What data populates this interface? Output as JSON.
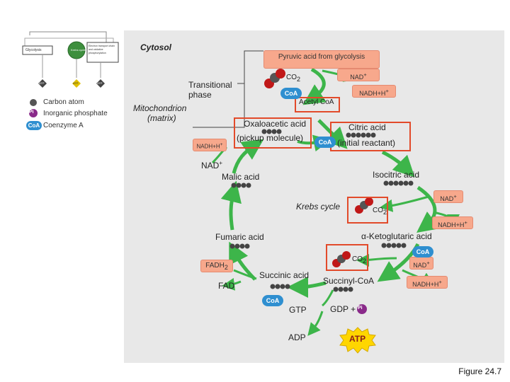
{
  "thumbnail": {
    "glycolysis": "Glycolysis",
    "krebs": "Krebs cycle",
    "electron": "Electron transport chain and oxidative phosphorylation",
    "atp": [
      "ATP",
      "ATP",
      "ATP"
    ]
  },
  "legend": {
    "carbon": "Carbon atom",
    "phosphate": "Inorganic phosphate",
    "phosphate_symbol": "Pi",
    "coenzyme": "Coenzyme A",
    "coenzyme_symbol": "CoA"
  },
  "regions": {
    "cytosol": "Cytosol",
    "mito_line1": "Mitochondrion",
    "mito_line2": "(matrix)",
    "transitional_line1": "Transitional",
    "transitional_line2": "phase"
  },
  "labels": {
    "pyruvic": "Pyruvic acid from glycolysis",
    "co2_top": "CO",
    "nad_top": "NAD",
    "nadh_top": "NADH+H",
    "acetyl": "Acetyl CoA",
    "oxaloacetic_line1": "Oxaloacetic acid",
    "oxaloacetic_line2": "(pickup molecule)",
    "citric_line1": "Citric acid",
    "citric_line2": "(initial reactant)",
    "nadh_left": "NADH+H",
    "nad_left": "NAD",
    "malic": "Malic acid",
    "isocitric": "Isocitric acid",
    "nad_right": "NAD",
    "krebs": "Krebs cycle",
    "co2_mid": "CO",
    "nadh_right": "NADH+H",
    "fumaric": "Fumaric acid",
    "ketoglutaric": "α-Ketoglutaric acid",
    "fadh2": "FADH",
    "co2_low": "CO",
    "nad_low": "NAD",
    "fad": "FAD",
    "succinic": "Succinic acid",
    "succinyl": "Succinyl-CoA",
    "nadh_low": "NADH+H",
    "gtp": "GTP",
    "gdp": "GDP +",
    "adp": "ADP",
    "atp": "ATP",
    "figure": "Figure 24.7"
  },
  "colors": {
    "arrow": "#3db54a",
    "pill": "#f7a88c",
    "redbox": "#e24a2a",
    "coa": "#2f8fd0",
    "panel": "#e8e8e8",
    "atp": "#ffd600"
  }
}
